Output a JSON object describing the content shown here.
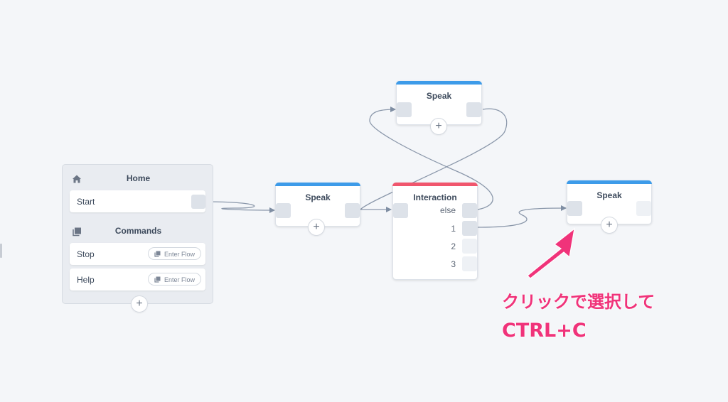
{
  "home": {
    "title": "Home",
    "start_label": "Start",
    "commands_title": "Commands",
    "commands": [
      {
        "label": "Stop",
        "action": "Enter Flow"
      },
      {
        "label": "Help",
        "action": "Enter Flow"
      }
    ],
    "add_label": "+"
  },
  "nodes": {
    "speak1": {
      "title": "Speak",
      "add_label": "+"
    },
    "speak_top": {
      "title": "Speak",
      "add_label": "+"
    },
    "interaction": {
      "title": "Interaction",
      "outputs": [
        "else",
        "1",
        "2",
        "3"
      ]
    },
    "speak_right": {
      "title": "Speak",
      "add_label": "+"
    }
  },
  "annotation": {
    "line1": "クリックで選択して",
    "line2": "CTRL+C"
  },
  "colors": {
    "speak_accent": "#3d9be9",
    "interaction_accent": "#f0566d",
    "annotation": "#f0337a",
    "background": "#f4f6f9"
  },
  "icons": [
    "home-icon",
    "commands-icon",
    "flow-icon",
    "plus-icon",
    "arrow-icon"
  ]
}
